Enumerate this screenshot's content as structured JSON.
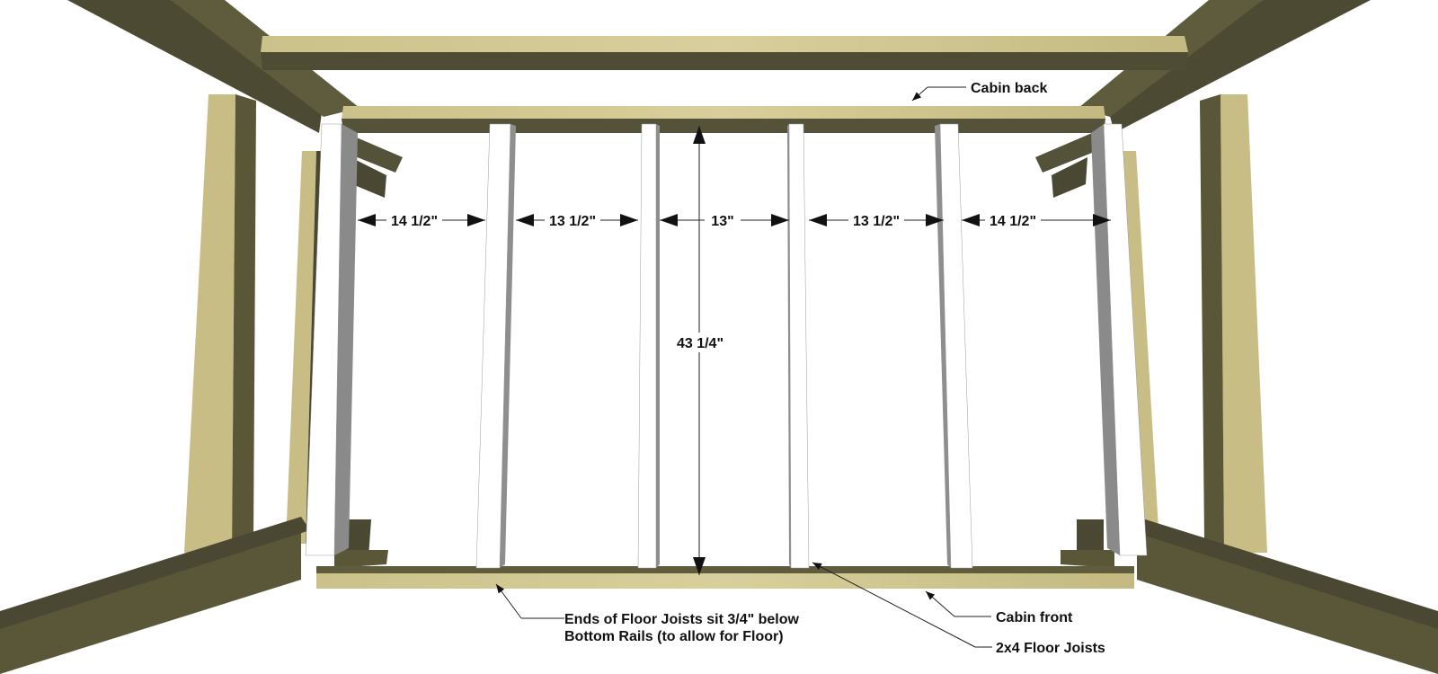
{
  "colors": {
    "wood_light": "#cfc590",
    "wood_mid": "#a89f63",
    "wood_dark": "#5f5c3e",
    "wood_darker": "#4a4832",
    "wood_edge": "#2f2d1f",
    "joist_face": "#ffffff",
    "joist_shadow": "#8e8e8e",
    "ink": "#111111"
  },
  "labels": {
    "cabin_back": "Cabin back",
    "cabin_front": "Cabin front",
    "floor_joists": "2x4 Floor Joists",
    "joist_ends_line1": "Ends of Floor Joists sit 3/4\" below",
    "joist_ends_line2": "Bottom Rails (to allow for Floor)"
  },
  "dimensions": {
    "span_1": "14 1/2\"",
    "span_2": "13 1/2\"",
    "span_3": "13\"",
    "span_4": "13 1/2\"",
    "span_5": "14 1/2\"",
    "joist_length": "43 1/4\""
  }
}
